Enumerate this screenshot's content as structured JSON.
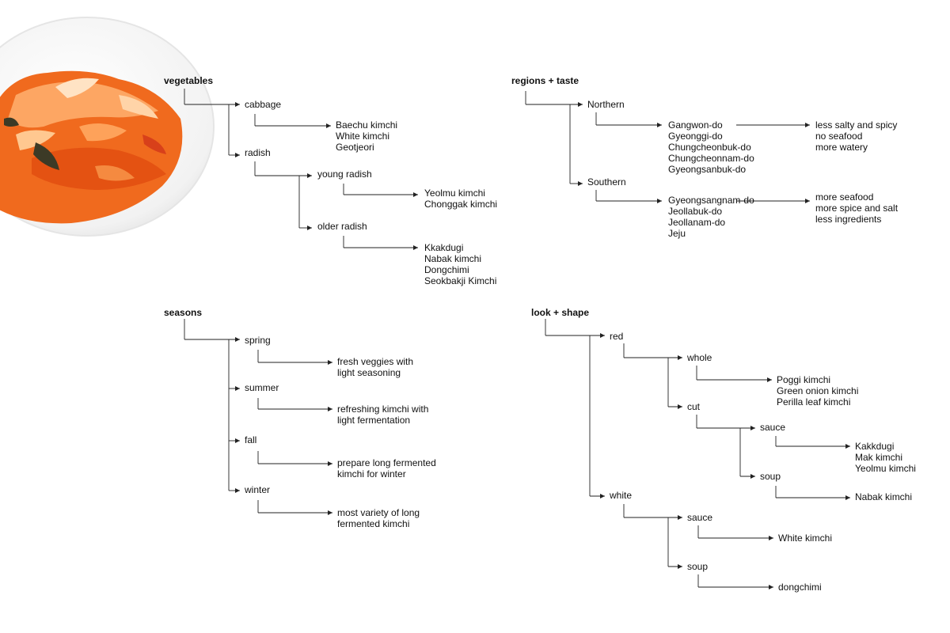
{
  "illustration": {
    "icon": "kimchi-bowl-icon",
    "colors": {
      "kimchi": "#f06a1e",
      "highlight": "#ffd9b0",
      "bowl": "#f4f4f4"
    }
  },
  "vegetables": {
    "heading": "vegetables",
    "cabbage": {
      "label": "cabbage",
      "items": [
        "Baechu kimchi",
        "White kimchi",
        "Geotjeori"
      ]
    },
    "radish": {
      "label": "radish",
      "young": {
        "label": "young radish",
        "items": [
          "Yeolmu kimchi",
          "Chonggak kimchi"
        ]
      },
      "older": {
        "label": "older radish",
        "items": [
          "Kkakdugi",
          "Nabak kimchi",
          "Dongchimi",
          "Seokbakji Kimchi"
        ]
      }
    }
  },
  "regions": {
    "heading": "regions + taste",
    "northern": {
      "label": "Northern",
      "provinces": [
        "Gangwon-do",
        "Gyeonggi-do",
        "Chungcheonbuk-do",
        "Chungcheonnam-do",
        "Gyeongsanbuk-do"
      ],
      "taste": [
        "less salty and spicy",
        "no seafood",
        "more watery"
      ]
    },
    "southern": {
      "label": "Southern",
      "provinces": [
        "Gyeongsangnam-do",
        "Jeollabuk-do",
        "Jeollanam-do",
        "Jeju"
      ],
      "taste": [
        "more seafood",
        "more spice and salt",
        "less ingredients"
      ]
    }
  },
  "seasons": {
    "heading": "seasons",
    "spring": {
      "label": "spring",
      "desc": [
        "fresh veggies with",
        "light seasoning"
      ]
    },
    "summer": {
      "label": "summer",
      "desc": [
        "refreshing kimchi with",
        "light fermentation"
      ]
    },
    "fall": {
      "label": "fall",
      "desc": [
        "prepare long fermented",
        "kimchi for winter"
      ]
    },
    "winter": {
      "label": "winter",
      "desc": [
        "most variety of long",
        "fermented kimchi"
      ]
    }
  },
  "look": {
    "heading": "look + shape",
    "red": {
      "label": "red",
      "whole": {
        "label": "whole",
        "items": [
          "Poggi kimchi",
          "Green onion kimchi",
          "Perilla leaf kimchi"
        ]
      },
      "cut": {
        "label": "cut",
        "sauce": {
          "label": "sauce",
          "items": [
            "Kakkdugi",
            "Mak kimchi",
            "Yeolmu kimchi"
          ]
        },
        "soup": {
          "label": "soup",
          "items": [
            "Nabak kimchi"
          ]
        }
      }
    },
    "white": {
      "label": "white",
      "sauce": {
        "label": "sauce",
        "items": [
          "White kimchi"
        ]
      },
      "soup": {
        "label": "soup",
        "items": [
          "dongchimi"
        ]
      }
    }
  }
}
